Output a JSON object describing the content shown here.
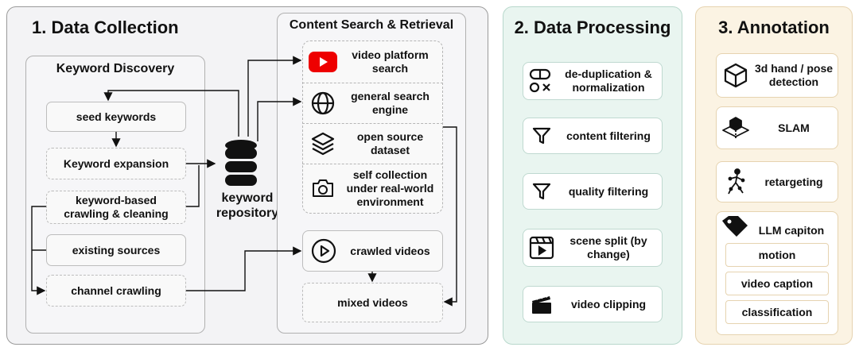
{
  "collection": {
    "title": "1. Data Collection",
    "keyword_discovery": {
      "title": "Keyword Discovery",
      "seed": "seed keywords",
      "expansion": "Keyword expansion",
      "crawling": "keyword-based crawling & cleaning",
      "existing": "existing sources",
      "channel": "channel crawling"
    },
    "repository": "keyword repository",
    "search": {
      "title": "Content Search & Retrieval",
      "items": [
        {
          "label": "video platform search",
          "icon": "youtube-icon"
        },
        {
          "label": "general search engine",
          "icon": "globe-icon"
        },
        {
          "label": "open source dataset",
          "icon": "layers-icon"
        },
        {
          "label": "self collection under real-world environment",
          "icon": "camera-icon"
        }
      ],
      "crawled": "crawled videos",
      "mixed": "mixed videos"
    }
  },
  "processing": {
    "title": "2. Data Processing",
    "steps": [
      {
        "label": "de-duplication & normalization",
        "icon": "dedup-icon"
      },
      {
        "label": "content filtering",
        "icon": "filter-icon"
      },
      {
        "label": "quality filtering",
        "icon": "filter-icon"
      },
      {
        "label": "scene split (by change)",
        "icon": "film-icon"
      },
      {
        "label": "video clipping",
        "icon": "clapper-icon"
      }
    ]
  },
  "annotation": {
    "title": "3. Annotation",
    "steps": [
      {
        "label": "3d hand / pose detection",
        "icon": "cube-icon"
      },
      {
        "label": "SLAM",
        "icon": "slam-icon"
      },
      {
        "label": "retargeting",
        "icon": "figure-icon"
      }
    ],
    "llm": {
      "title": "LLM capiton",
      "icon": "tag-icon",
      "items": [
        "motion",
        "video caption",
        "classification"
      ]
    }
  },
  "colors": {
    "processing_bg": "#e9f5f0",
    "annotation_bg": "#fbf3e3",
    "youtube_red": "#ee0000"
  }
}
